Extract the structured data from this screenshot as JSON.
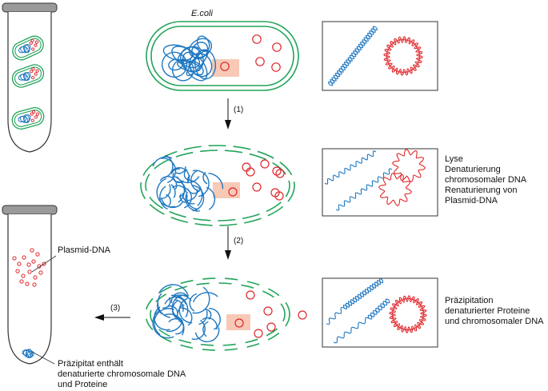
{
  "bacterium_title": "E.coli",
  "steps": [
    "(1)",
    "(2)",
    "(3)"
  ],
  "annotations": {
    "lysis": [
      "Lyse",
      "Denaturierung",
      "chromosomaler DNA",
      "Renaturierung von",
      "Plasmid-DNA"
    ],
    "precipitation": [
      "Präzipitation",
      "denaturierter Proteine",
      "und chromosomaler DNA"
    ],
    "plasmid_label": "Plasmid-DNA",
    "pellet": [
      "Präzipitat enthält",
      "denaturierte chromosomale DNA",
      "und Proteine"
    ]
  },
  "colors": {
    "membrane": "#22a45a",
    "chromosomal_dna": "#1f78c1",
    "plasmid_dna": "#e0262a",
    "protein_highlight": "#f7c9b6",
    "outline": "#333333",
    "tube_cap": "#9a9a9a"
  },
  "icons": {
    "arrow": "arrow-down",
    "tube": "test-tube",
    "cell": "bacterial-cell",
    "plasmid": "plasmid-circle",
    "helix": "dna-helix"
  }
}
